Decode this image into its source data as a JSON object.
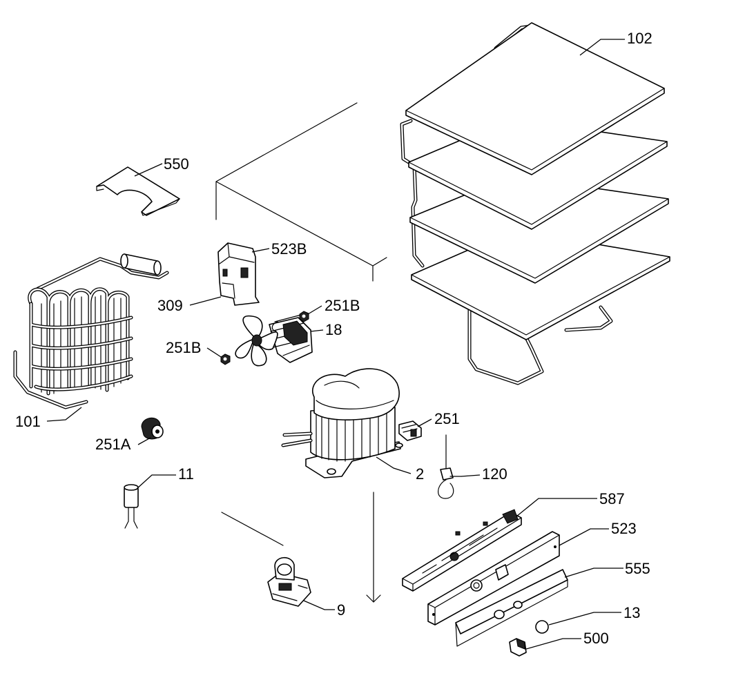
{
  "diagram": {
    "callouts": [
      {
        "id": "102",
        "text": "102"
      },
      {
        "id": "550",
        "text": "550"
      },
      {
        "id": "523B",
        "text": "523B"
      },
      {
        "id": "309",
        "text": "309"
      },
      {
        "id": "251B-top",
        "text": "251B"
      },
      {
        "id": "18",
        "text": "18"
      },
      {
        "id": "251B-left",
        "text": "251B"
      },
      {
        "id": "101",
        "text": "101"
      },
      {
        "id": "251A",
        "text": "251A"
      },
      {
        "id": "251",
        "text": "251"
      },
      {
        "id": "2",
        "text": "2"
      },
      {
        "id": "120",
        "text": "120"
      },
      {
        "id": "11",
        "text": "11"
      },
      {
        "id": "587",
        "text": "587"
      },
      {
        "id": "523",
        "text": "523"
      },
      {
        "id": "555",
        "text": "555"
      },
      {
        "id": "9",
        "text": "9"
      },
      {
        "id": "13",
        "text": "13"
      },
      {
        "id": "500",
        "text": "500"
      }
    ]
  }
}
